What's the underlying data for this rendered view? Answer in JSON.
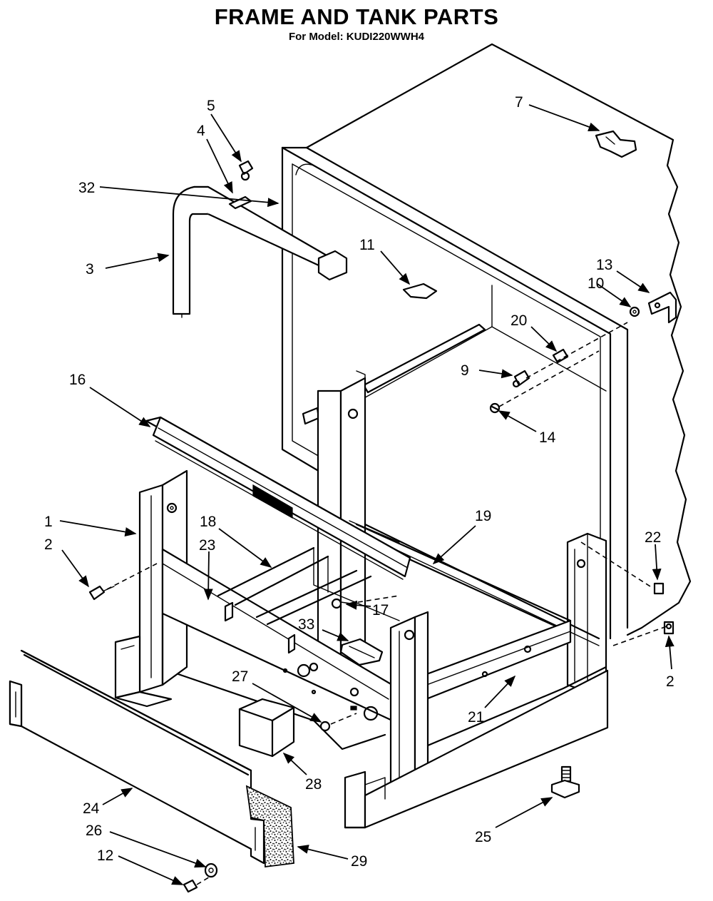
{
  "header": {
    "title": "FRAME AND TANK PARTS",
    "subtitle": "For Model: KUDI220WWH4"
  },
  "callouts": [
    {
      "id": "c1",
      "label": "1"
    },
    {
      "id": "c2a",
      "label": "2"
    },
    {
      "id": "c2b",
      "label": "2"
    },
    {
      "id": "c3",
      "label": "3"
    },
    {
      "id": "c4",
      "label": "4"
    },
    {
      "id": "c5",
      "label": "5"
    },
    {
      "id": "c7",
      "label": "7"
    },
    {
      "id": "c9",
      "label": "9"
    },
    {
      "id": "c10",
      "label": "10"
    },
    {
      "id": "c11",
      "label": "11"
    },
    {
      "id": "c12",
      "label": "12"
    },
    {
      "id": "c13",
      "label": "13"
    },
    {
      "id": "c14",
      "label": "14"
    },
    {
      "id": "c16",
      "label": "16"
    },
    {
      "id": "c17",
      "label": "17"
    },
    {
      "id": "c18",
      "label": "18"
    },
    {
      "id": "c19",
      "label": "19"
    },
    {
      "id": "c20",
      "label": "20"
    },
    {
      "id": "c21",
      "label": "21"
    },
    {
      "id": "c22",
      "label": "22"
    },
    {
      "id": "c23",
      "label": "23"
    },
    {
      "id": "c24",
      "label": "24"
    },
    {
      "id": "c25",
      "label": "25"
    },
    {
      "id": "c26",
      "label": "26"
    },
    {
      "id": "c27",
      "label": "27"
    },
    {
      "id": "c28",
      "label": "28"
    },
    {
      "id": "c29",
      "label": "29"
    },
    {
      "id": "c32",
      "label": "32"
    },
    {
      "id": "c33",
      "label": "33"
    }
  ]
}
